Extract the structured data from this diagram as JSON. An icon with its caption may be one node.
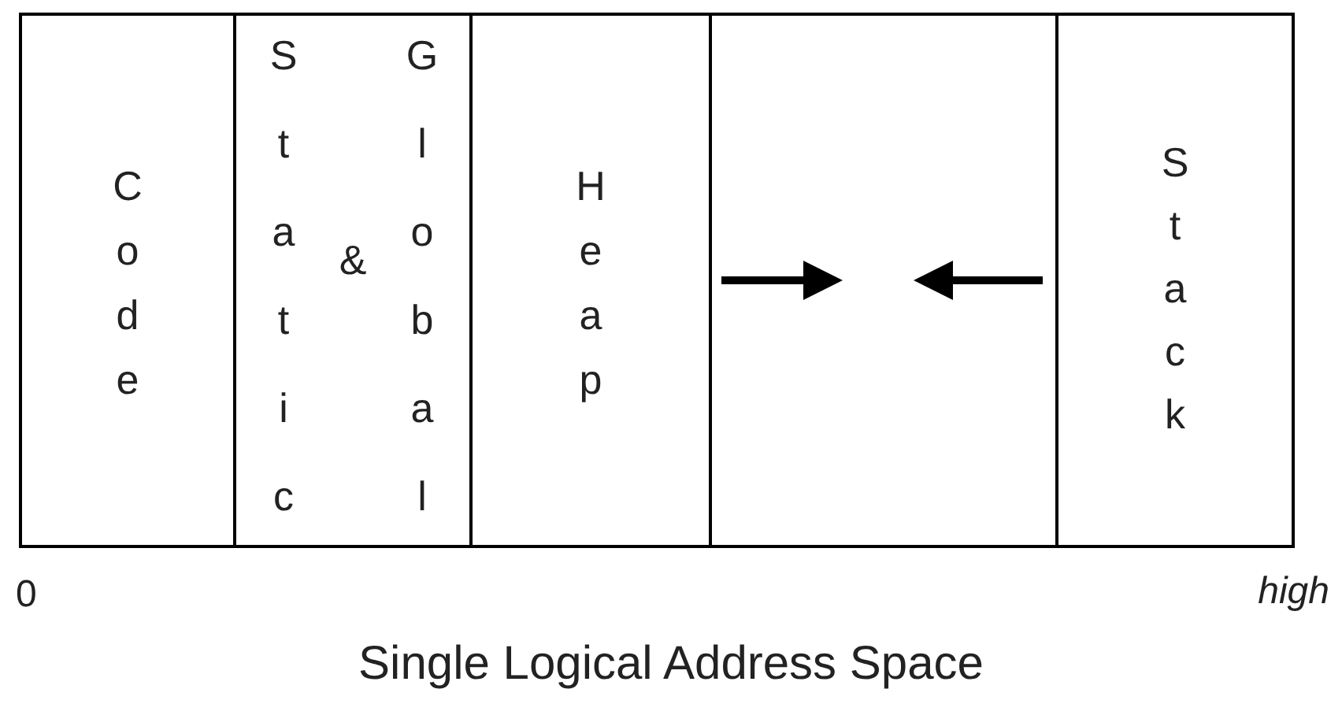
{
  "diagram": {
    "caption": "Single Logical Address Space",
    "nodes": [
      {
        "text": [
          "Code"
        ]
      },
      {
        "text": [
          "Static & Global"
        ]
      },
      {
        "text": [
          "Heap"
        ]
      },
      {
        "text": [],
        "shape": "box"
      },
      {
        "text": [
          "Stack"
        ]
      }
    ],
    "labels": [
      "0",
      "high"
    ]
  }
}
